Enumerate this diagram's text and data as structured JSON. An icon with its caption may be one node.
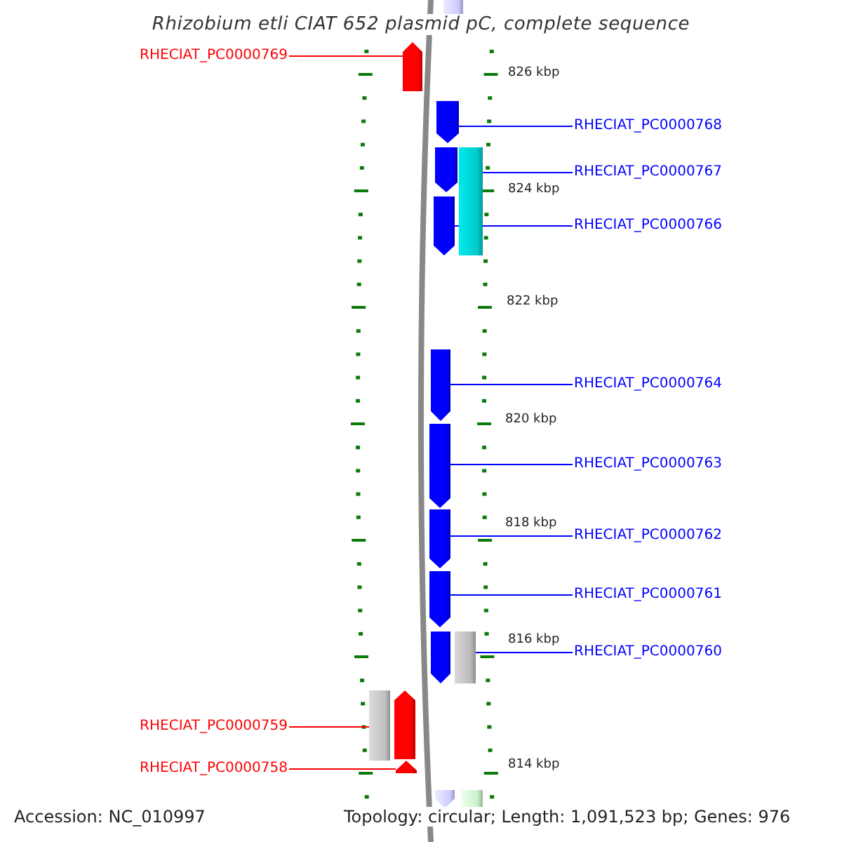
{
  "diagram": {
    "title": "Rhizobium etli CIAT 652 plasmid pC, complete sequence",
    "nodes": [
      {
        "text": [],
        "shape": "bar"
      },
      {
        "text": [
          "RHECIAT_PC0000769"
        ]
      },
      {
        "text": [],
        "shape": "bar"
      },
      {
        "text": [
          "RHECIAT_PC0000768"
        ]
      },
      {
        "text": [],
        "shape": "bar"
      },
      {
        "text": [
          "RHECIAT_PC0000767"
        ]
      },
      {
        "text": [],
        "shape": "bar"
      },
      {
        "text": [],
        "shape": "bar"
      },
      {
        "text": [
          "RHECIAT_PC0000766"
        ]
      },
      {
        "text": [],
        "shape": "bar"
      },
      {
        "text": [
          "RHECIAT_PC0000764"
        ]
      },
      {
        "text": [],
        "shape": "bar"
      },
      {
        "text": [
          "RHECIAT_PC0000763"
        ]
      },
      {
        "text": [],
        "shape": "bar"
      },
      {
        "text": [
          "RHECIAT_PC0000762"
        ]
      },
      {
        "text": [],
        "shape": "bar"
      },
      {
        "text": [
          "RHECIAT_PC0000761"
        ]
      },
      {
        "text": [],
        "shape": "bar"
      },
      {
        "text": [
          "RHECIAT_PC0000760"
        ]
      },
      {
        "text": [],
        "shape": "bar"
      },
      {
        "text": [],
        "shape": "bar"
      },
      {
        "text": [
          "RHECIAT_PC0000759"
        ]
      },
      {
        "text": [],
        "shape": "bar"
      },
      {
        "text": [],
        "shape": "bar"
      },
      {
        "text": [
          "RHECIAT_PC0000758"
        ]
      },
      {
        "text": [],
        "shape": "bar"
      },
      {
        "text": [],
        "shape": "bar"
      },
      {
        "text": [],
        "shape": "bar"
      }
    ],
    "edges": [
      {
        "from": 1,
        "to": 2,
        "arrow": "none",
        "color": "#ff0000"
      },
      {
        "from": 3,
        "to": 4,
        "arrow": "none"
      },
      {
        "from": 5,
        "to": 7,
        "arrow": "none"
      },
      {
        "from": 8,
        "to": 9,
        "arrow": "none"
      },
      {
        "from": 10,
        "to": 11,
        "arrow": "none"
      },
      {
        "from": 12,
        "to": 13,
        "arrow": "none"
      },
      {
        "from": 14,
        "to": 15,
        "arrow": "none"
      },
      {
        "from": 16,
        "to": 17,
        "arrow": "none"
      },
      {
        "from": 18,
        "to": 20,
        "arrow": "none"
      },
      {
        "from": 21,
        "to": 22,
        "arrow": "none",
        "color": "#ff0000"
      },
      {
        "from": 24,
        "to": 25,
        "arrow": "none",
        "color": "#ff0000"
      }
    ],
    "labels": [
      "826 kbp",
      "824 kbp",
      "822 kbp",
      "820 kbp",
      "818 kbp",
      "816 kbp",
      "814 kbp",
      "Accession: NC_010997",
      "Topology: circular; Length: 1,091,523 bp; Genes: 976"
    ]
  }
}
